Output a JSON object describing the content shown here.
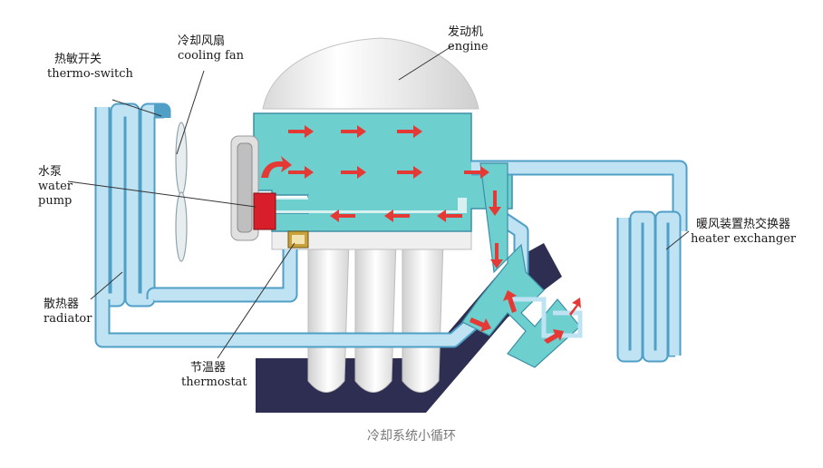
{
  "labels": {
    "engine": {
      "cn": "发动机",
      "en": "engine"
    },
    "cooling_fan": {
      "cn": "冷却风扇",
      "en": "cooling fan"
    },
    "thermo_switch": {
      "cn": "热敏开关",
      "en": "thermo-switch"
    },
    "water_pump": {
      "cn": "水泵",
      "en1": "water",
      "en2": "pump"
    },
    "radiator": {
      "cn": "散热器",
      "en": "radiator"
    },
    "thermostat": {
      "cn": "节温器",
      "en": "thermostat"
    },
    "heater_exchanger": {
      "cn": "暖风装置热交换器",
      "en": "heater exchanger"
    }
  },
  "caption": "冷却系统小循环",
  "colors": {
    "coolant": "#6ecfcf",
    "pipe": "#bfe3f3",
    "pipe_stroke": "#4f9fc7",
    "arrow": "#e53935",
    "pump": "#d81e2a",
    "engine_block": "#f4f4f4",
    "exhaust": "#2e2e52"
  }
}
